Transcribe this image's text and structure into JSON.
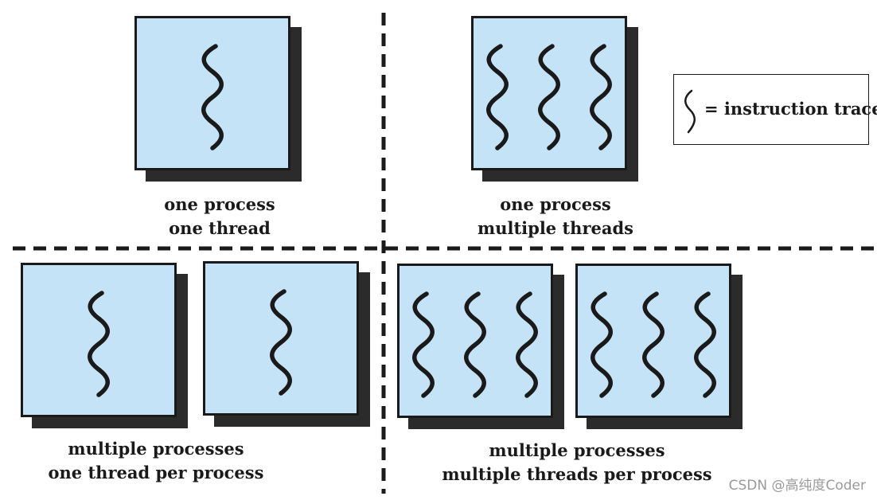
{
  "quadrants": [
    {
      "caption": [
        "one process",
        "one thread"
      ],
      "processes": 1,
      "threads_per_process": 1
    },
    {
      "caption": [
        "one process",
        "multiple threads"
      ],
      "processes": 1,
      "threads_per_process": 3
    },
    {
      "caption": [
        "multiple processes",
        "one thread per process"
      ],
      "processes": 2,
      "threads_per_process": 1
    },
    {
      "caption": [
        "multiple processes",
        "multiple threads per process"
      ],
      "processes": 2,
      "threads_per_process": 3
    }
  ],
  "legend": {
    "text": "= instruction trace",
    "icon": "instruction-trace-icon"
  },
  "watermark": "CSDN @高纯度Coder",
  "colors": {
    "process_fill": "#c5e3f6",
    "outline": "#1a1a1a",
    "shadow": "#2b2b2b"
  }
}
